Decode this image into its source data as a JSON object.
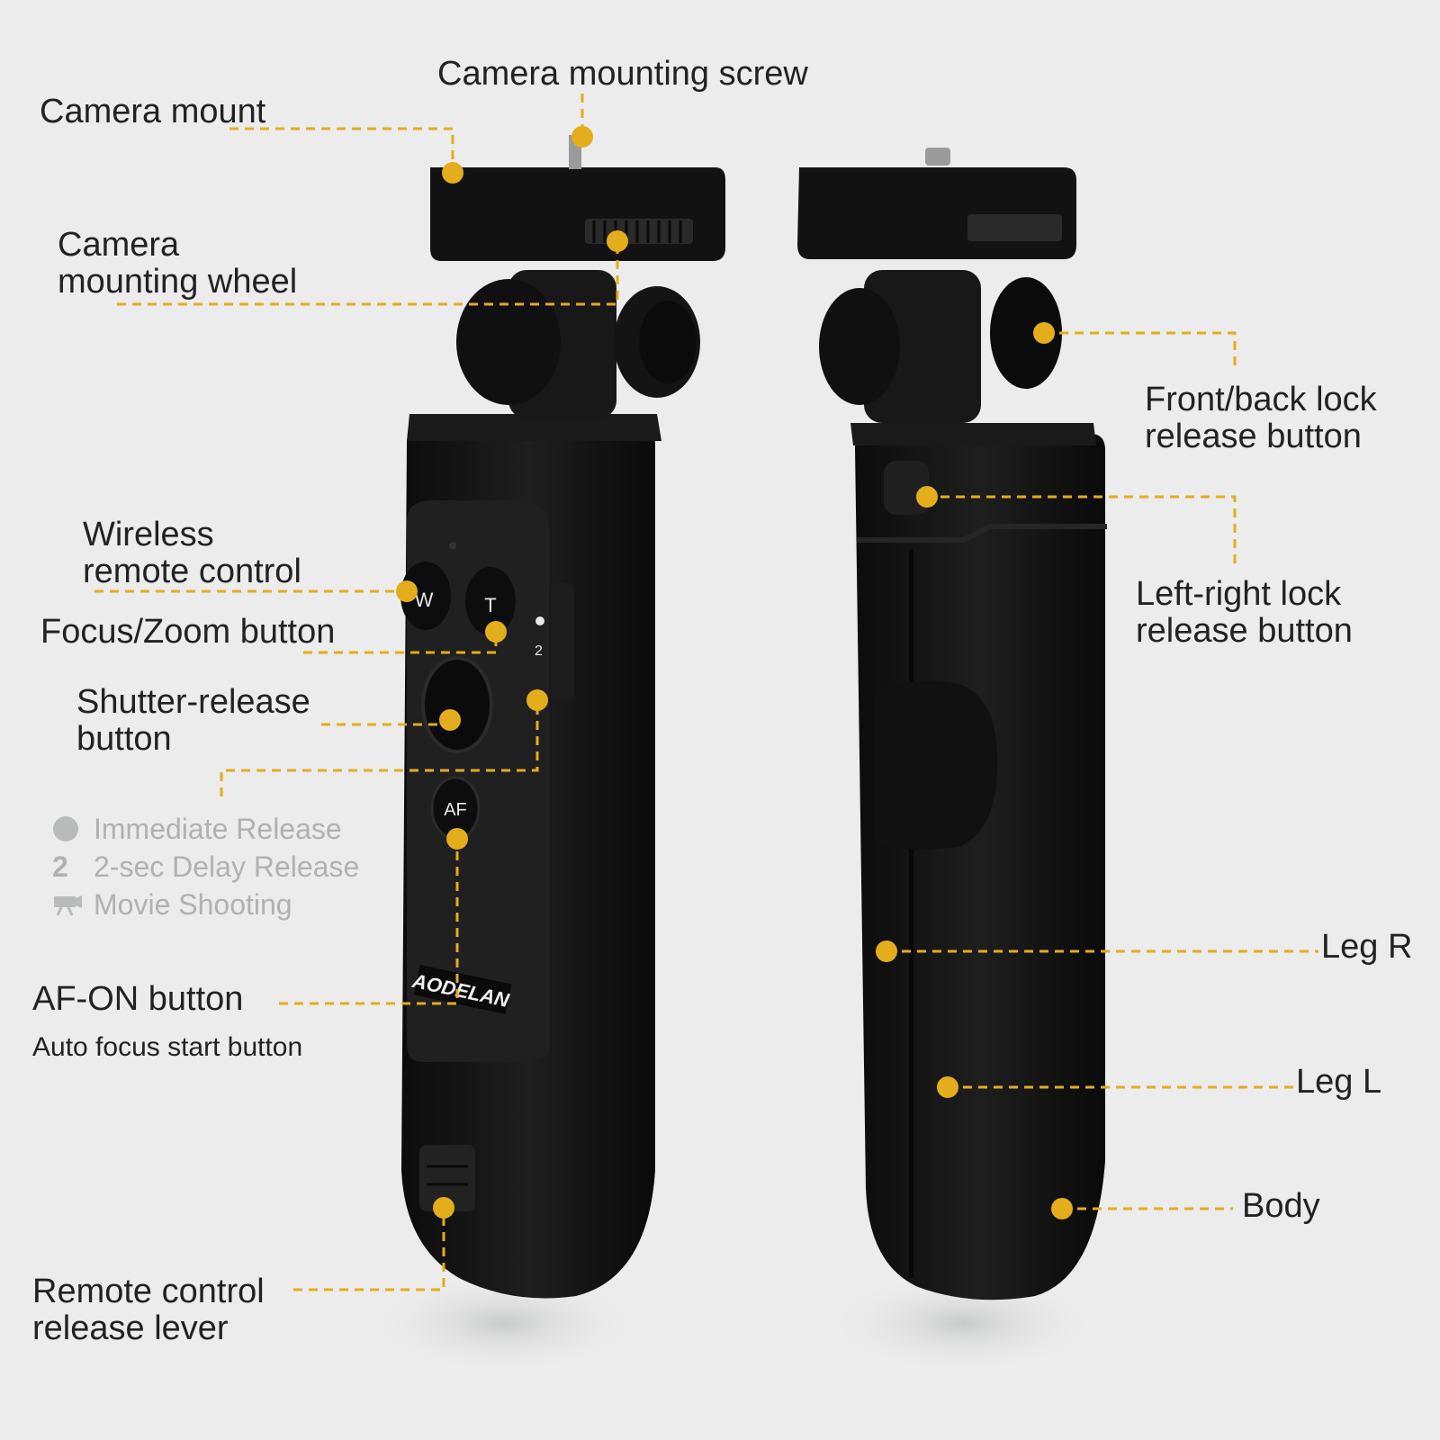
{
  "colors": {
    "accent": "#e3ad1c",
    "device": "#141414",
    "background": "#ebeceb"
  },
  "labels": {
    "camera_mounting_screw": "Camera mounting screw",
    "camera_mount": "Camera mount",
    "camera_mounting_wheel": [
      "Camera",
      "mounting wheel"
    ],
    "wireless_remote_control": [
      "Wireless",
      "remote control"
    ],
    "focus_zoom_button": "Focus/Zoom button",
    "shutter_release_button": [
      "Shutter-release",
      "button"
    ],
    "af_on_button": "AF-ON button",
    "af_on_sub": "Auto focus start button",
    "remote_release_lever": [
      "Remote control",
      "release lever"
    ],
    "front_back_lock": [
      "Front/back lock",
      "release button"
    ],
    "left_right_lock": [
      "Left-right lock",
      "release button"
    ],
    "leg_r": "Leg R",
    "leg_l": "Leg L",
    "body": "Body"
  },
  "modes": [
    {
      "icon": "dot-icon",
      "label": "Immediate Release"
    },
    {
      "icon": "two-icon",
      "glyph": "2",
      "label": "2-sec Delay Release"
    },
    {
      "icon": "movie-camera-icon",
      "label": "Movie Shooting"
    }
  ],
  "device": {
    "buttons": {
      "w": "W",
      "t": "T",
      "af": "AF"
    },
    "brand": "AODELAN",
    "switch_marks": [
      "2"
    ]
  }
}
